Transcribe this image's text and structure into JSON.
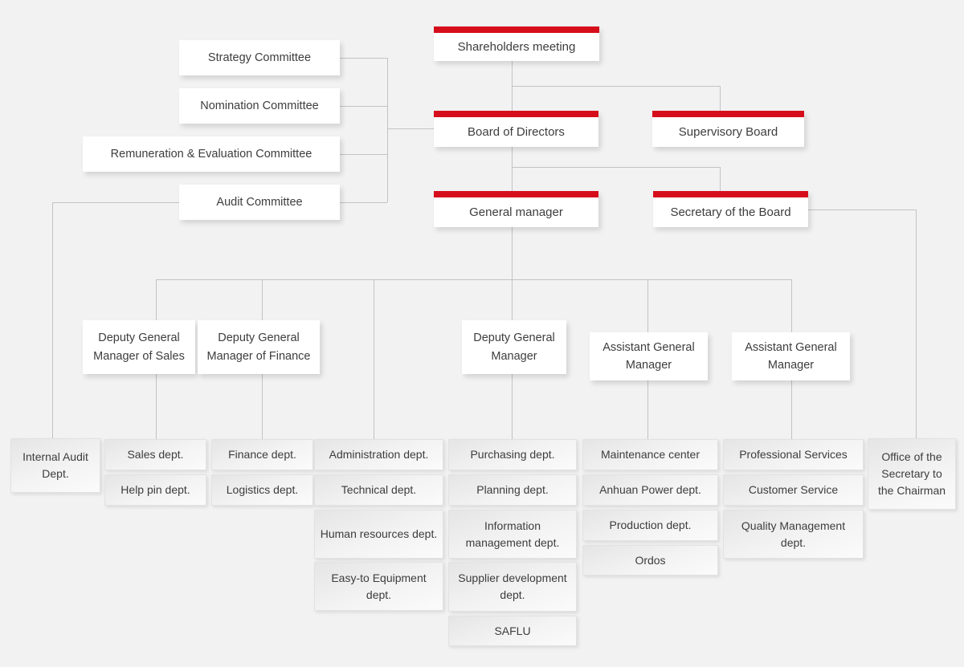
{
  "colors": {
    "accent_red": "#d60e1c",
    "background": "#f2f2f2",
    "connector_line": "#c2c3c6",
    "card_white": "#ffffff",
    "text": "#3d3d3d"
  },
  "nodes": {
    "shareholders": "Shareholders meeting",
    "board_of_directors": "Board of Directors",
    "supervisory_board": "Supervisory Board",
    "general_manager": "General manager",
    "secretary_of_board": "Secretary of the Board",
    "internal_audit": "Internal Audit Dept.",
    "office_of_secretary": "Office of the Secretary to the Chairman"
  },
  "committees": [
    "Strategy Committee",
    "Nomination Committee",
    "Remuneration & Evaluation Committee",
    "Audit Committee"
  ],
  "managers": [
    "Deputy General Manager of Sales",
    "Deputy General Manager of Finance",
    "Deputy General Manager",
    "Assistant General Manager",
    "Assistant General Manager"
  ],
  "columns": [
    [
      "Sales dept.",
      "Help pin dept."
    ],
    [
      "Finance dept.",
      "Logistics dept."
    ],
    [
      "Administration dept.",
      "Technical dept.",
      "Human resources dept.",
      "Easy-to Equipment dept."
    ],
    [
      "Purchasing dept.",
      "Planning dept.",
      "Information management dept.",
      "Supplier development dept.",
      "SAFLU"
    ],
    [
      "Maintenance center",
      "Anhuan Power dept.",
      "Production dept.",
      "Ordos"
    ],
    [
      "Professional Services",
      "Customer Service",
      "Quality Management dept."
    ]
  ]
}
